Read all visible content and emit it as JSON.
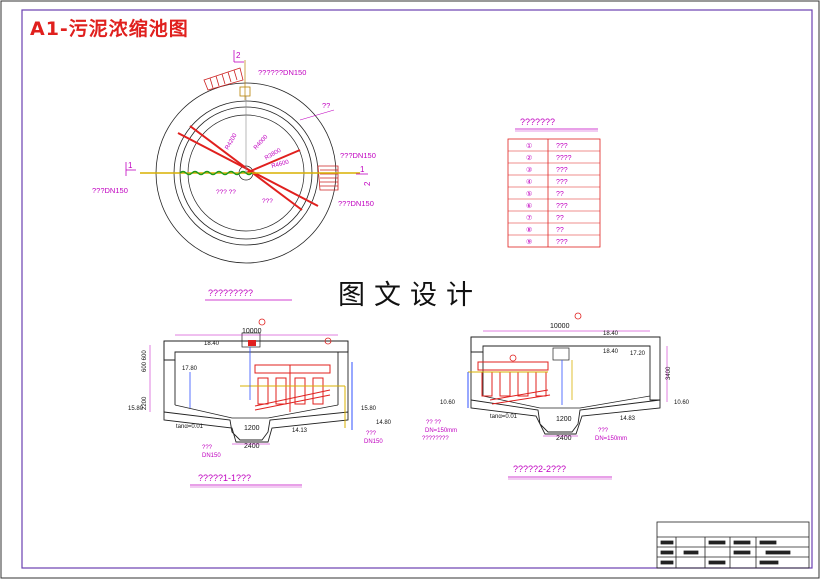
{
  "title": "A1-污泥浓缩池图",
  "center_text": "图文设计",
  "plan": {
    "section_mark_top": "2",
    "section_mark_left": "1",
    "section_mark_right": "1",
    "section_mark_right2": "2",
    "label_top_pipe": "??????DN150",
    "label_wall": "??",
    "label_right_pipe1": "???DN150",
    "label_right_pipe2": "???DN150",
    "label_left_pipe": "???DN150",
    "label_inner": "??? ??",
    "label_inner2": "???",
    "dim_r1": "R4200",
    "dim_r2": "R4000",
    "dim_r3": "R3800",
    "dim_r4": "R4600",
    "title_below": "?????????"
  },
  "legend": {
    "title": "???????",
    "rows": [
      {
        "no": "①",
        "text": "???"
      },
      {
        "no": "②",
        "text": "????"
      },
      {
        "no": "③",
        "text": "???"
      },
      {
        "no": "④",
        "text": "???"
      },
      {
        "no": "⑤",
        "text": "??"
      },
      {
        "no": "⑥",
        "text": "???"
      },
      {
        "no": "⑦",
        "text": "??"
      },
      {
        "no": "⑧",
        "text": "??"
      },
      {
        "no": "⑨",
        "text": "???"
      }
    ]
  },
  "section1": {
    "caption": "?????1-1???",
    "dim_top": "10000",
    "dim_bottom": "2400",
    "dim_sump": "1200",
    "level_top": "18.40",
    "level_inner": "17.80",
    "level_ground_left": "15.80",
    "level_ground_right": "15.80",
    "level_right": "14.80",
    "level_bottom": "14.13",
    "height_a": "2200",
    "height_b": "600 600",
    "slope": "tanα=0.01",
    "pipe_label": "???",
    "pipe_dn": "DN150",
    "pipe_label2": "???",
    "pipe_dn2": "DN150"
  },
  "section2": {
    "caption": "?????2-2???",
    "dim_top": "10000",
    "dim_bottom": "2400",
    "dim_sump": "1200",
    "level_top": "18.40",
    "level_mid": "18.40",
    "level_right": "17.20",
    "level_ground_left": "10.60",
    "level_ground_right": "10.60",
    "level_bottom": "14.83",
    "height_a": "3400",
    "slope": "tanα=0.01",
    "pipe_label_left": "?? ??",
    "pipe_dn_left": "DN=150mm",
    "pipe_label_left2": "????????",
    "pipe_label_right": "???",
    "pipe_dn_right": "DN=150mm"
  }
}
